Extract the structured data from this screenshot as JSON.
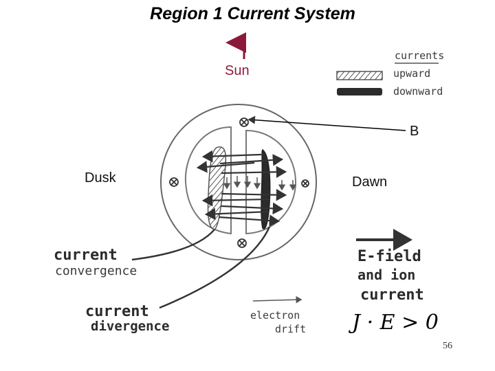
{
  "slide": {
    "title": "Region 1 Current System",
    "page_number": "56"
  },
  "labels": {
    "sun": "Sun",
    "b": "B",
    "dusk": "Dusk",
    "dawn": "Dawn"
  },
  "legend": {
    "heading": "currents",
    "upward": "upward",
    "downward": "downward"
  },
  "annotations": {
    "convergence_line1": "current",
    "convergence_line2": "convergence",
    "divergence_line1": "current",
    "divergence_line2": "divergence",
    "efield_line1": "E-field",
    "efield_line2": "and ion",
    "efield_line3": "current",
    "drift_line1": "electron",
    "drift_line2": "drift",
    "equation": "J · E > 0"
  },
  "colors": {
    "sun_arrow": "#8b1a3a",
    "ink": "#333333"
  }
}
